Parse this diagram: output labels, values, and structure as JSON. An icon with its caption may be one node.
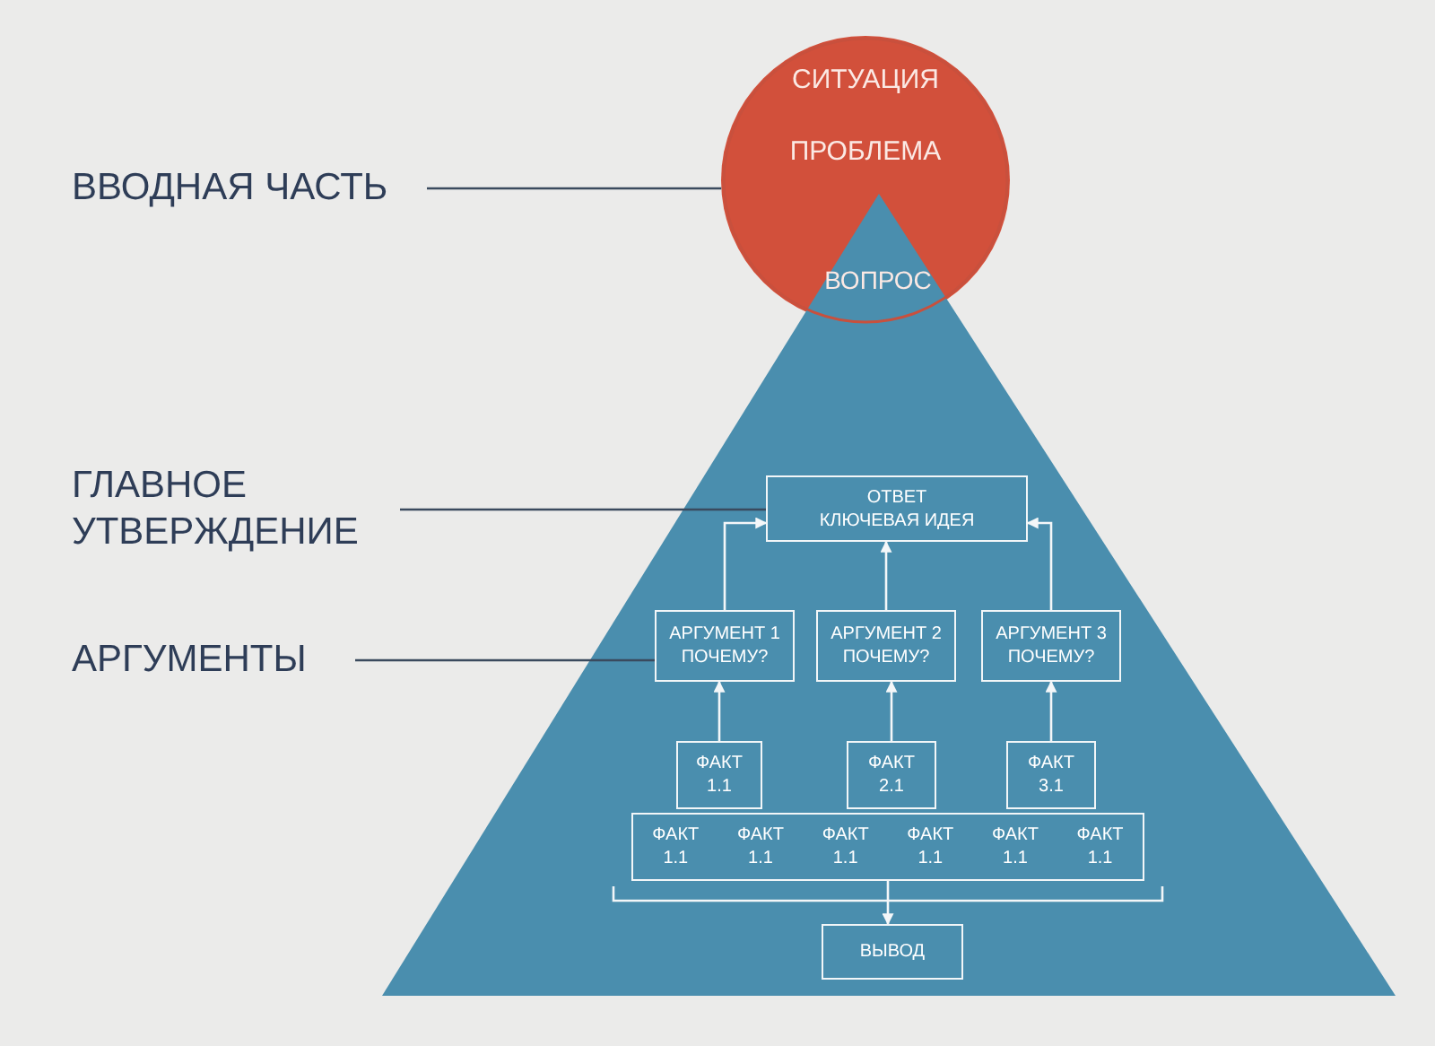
{
  "diagram": {
    "nodes": [
      {
        "text": [
          "ВВОДНАЯ ЧАСТЬ"
        ]
      },
      {
        "text": [
          "СИТУАЦИЯ",
          "ПРОБЛЕМА",
          "ВОПРОС"
        ]
      },
      {
        "text": [],
        "shape": "triangle"
      },
      {
        "text": [
          "ГЛАВНОЕ УТВЕРЖДЕНИЕ"
        ]
      },
      {
        "text": [
          "ОТВЕТ",
          "КЛЮЧЕВАЯ ИДЕЯ"
        ],
        "in": 2
      },
      {
        "text": [
          "АРГУМЕНТЫ"
        ]
      },
      {
        "text": [
          "АРГУМЕНТ 1",
          "ПОЧЕМУ?"
        ],
        "in": 2
      },
      {
        "text": [
          "АРГУМЕНТ 2",
          "ПОЧЕМУ?"
        ],
        "in": 2
      },
      {
        "text": [
          "АРГУМЕНТ 3",
          "ПОЧЕМУ?"
        ],
        "in": 2
      },
      {
        "text": [
          "ФАКТ 1.1"
        ],
        "in": 2
      },
      {
        "text": [
          "ФАКТ 2.1"
        ],
        "in": 2
      },
      {
        "text": [
          "ФАКТ 3.1"
        ],
        "in": 2
      },
      {
        "text": [
          "ФАКТ 1.1",
          "ФАКТ 1.1",
          "ФАКТ 1.1",
          "ФАКТ 1.1",
          "ФАКТ 1.1",
          "ФАКТ 1.1"
        ],
        "in": 2
      },
      {
        "text": [
          "ВЫВОД"
        ],
        "in": 2
      }
    ],
    "edges": [
      {
        "from": 0,
        "to": 1,
        "arrow": "none",
        "color": "#3a4a5e"
      },
      {
        "from": 3,
        "to": 4,
        "arrow": "none",
        "color": "#3a4a5e"
      },
      {
        "from": 5,
        "to": 6,
        "arrow": "none",
        "color": "#3a4a5e"
      },
      {
        "from": 6,
        "to": 4,
        "arrow": "to"
      },
      {
        "from": 7,
        "to": 4,
        "arrow": "to"
      },
      {
        "from": 8,
        "to": 4,
        "arrow": "to"
      },
      {
        "from": 9,
        "to": 6,
        "arrow": "to"
      },
      {
        "from": 10,
        "to": 7,
        "arrow": "to"
      },
      {
        "from": 11,
        "to": 8,
        "arrow": "to"
      },
      {
        "from": 12,
        "to": 13,
        "arrow": "to"
      }
    ]
  }
}
